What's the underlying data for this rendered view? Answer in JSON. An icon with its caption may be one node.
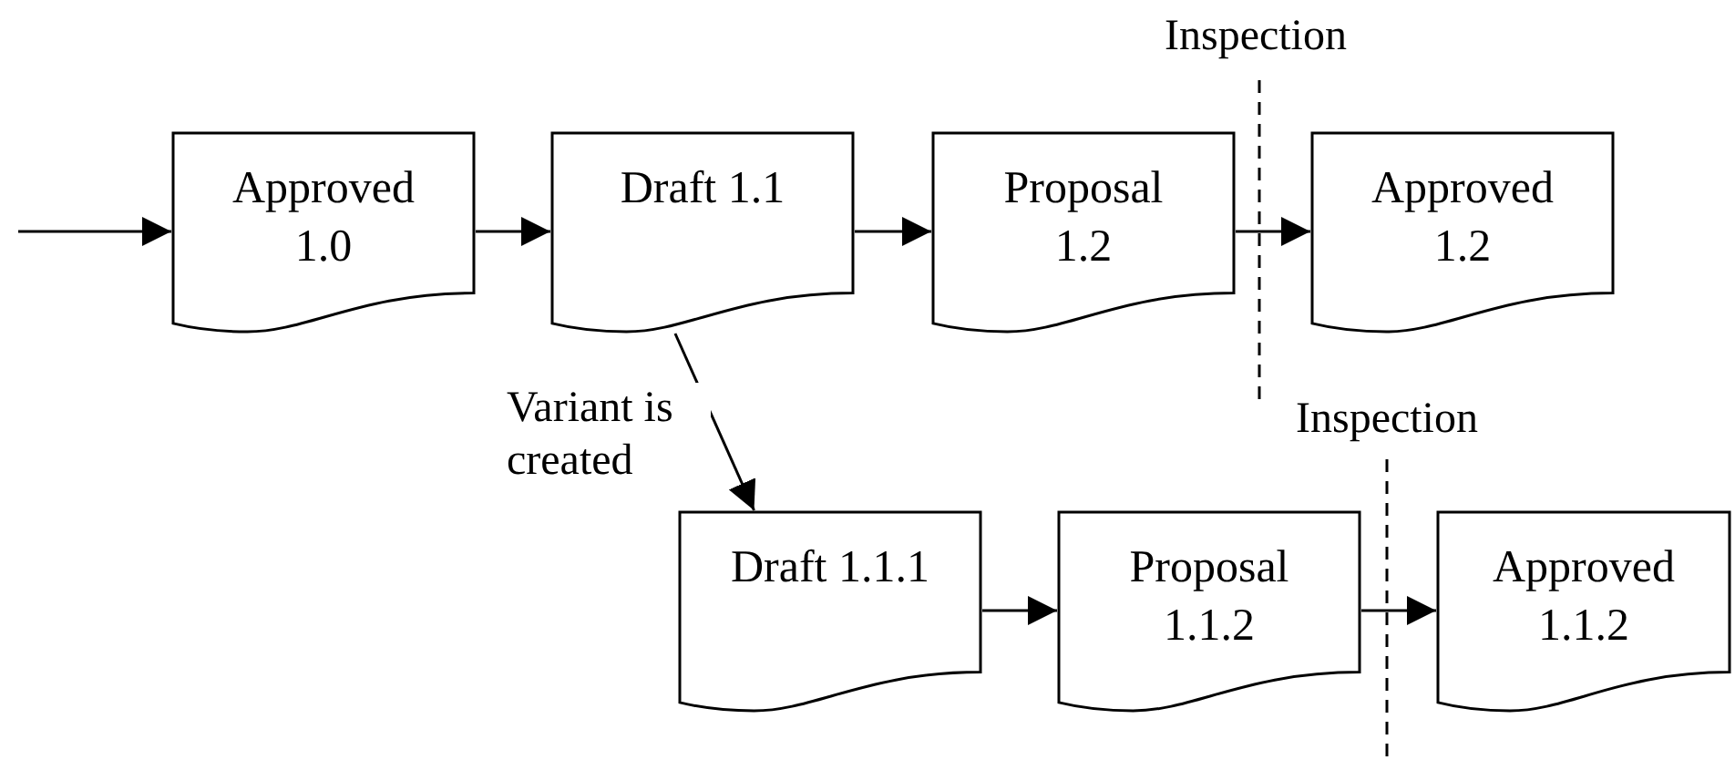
{
  "diagram": {
    "nodes": [
      {
        "text": [
          "Approved 1.0"
        ]
      },
      {
        "text": [
          "Draft 1.1"
        ]
      },
      {
        "text": [
          "Proposal 1.2"
        ]
      },
      {
        "text": [
          "Approved 1.2"
        ]
      },
      {
        "text": [
          "Draft 1.1.1"
        ]
      },
      {
        "text": [
          "Proposal 1.1.2"
        ]
      },
      {
        "text": [
          "Approved 1.1.2"
        ]
      }
    ],
    "edges": [
      {
        "from": null,
        "to": 0,
        "arrow": "to"
      },
      {
        "from": 0,
        "to": 1,
        "arrow": "to"
      },
      {
        "from": 1,
        "to": 2,
        "arrow": "to"
      },
      {
        "from": 2,
        "to": 3,
        "arrow": "to"
      },
      {
        "from": 1,
        "to": 4,
        "arrow": "to",
        "label": "Variant is created"
      },
      {
        "from": 4,
        "to": 5,
        "arrow": "to"
      },
      {
        "from": 5,
        "to": 6,
        "arrow": "to"
      }
    ],
    "labels": [
      "Inspection",
      "Inspection"
    ]
  }
}
